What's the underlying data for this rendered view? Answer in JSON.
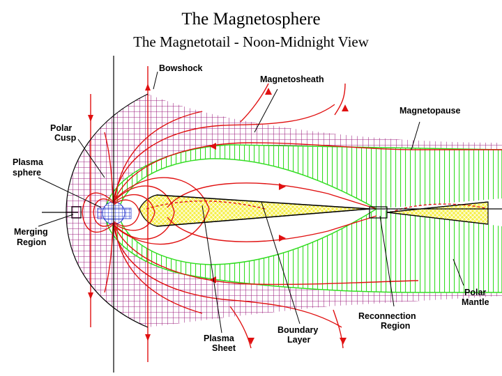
{
  "title": "The Magnetosphere",
  "subtitle": "The Magnetotail - Noon-Midnight View",
  "labels": {
    "bowshock": "Bowshock",
    "magnetosheath": "Magnetosheath",
    "magnetopause": "Magnetopause",
    "polar_cusp_1": "Polar",
    "polar_cusp_2": "Cusp",
    "plasmasphere_1": "Plasma",
    "plasmasphere_2": "sphere",
    "merging_region_1": "Merging",
    "merging_region_2": "Region",
    "plasma_sheet_1": "Plasma",
    "plasma_sheet_2": "Sheet",
    "boundary_layer_1": "Boundary",
    "boundary_layer_2": "Layer",
    "reconnection_region_1": "Reconnection",
    "reconnection_region_2": "Region",
    "polar_mantle_1": "Polar",
    "polar_mantle_2": "Mantle"
  },
  "colors": {
    "magnetosheath": "#9b1d7d",
    "boundary_layer": "#33dd22",
    "field_lines": "#e01010",
    "plasma_sheet": "#f2e81a",
    "earth_grid": "#2233cc",
    "outline": "#000000"
  }
}
